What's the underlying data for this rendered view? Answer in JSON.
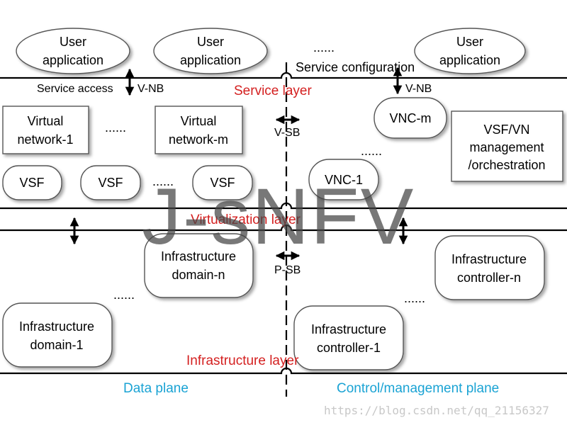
{
  "service": {
    "user_app_1": [
      "User",
      "application"
    ],
    "user_app_2": [
      "User",
      "application"
    ],
    "user_app_3": [
      "User",
      "application"
    ],
    "ellipsis": "......",
    "service_configuration": "Service configuration",
    "service_access": "Service access",
    "vnb_left": "V-NB",
    "vnb_right": "V-NB",
    "layer_label": "Service layer"
  },
  "virtual": {
    "network_1": [
      "Virtual",
      "network-1"
    ],
    "network_m": [
      "Virtual",
      "network-m"
    ],
    "ellipsis_networks": "......",
    "vsf_1": "VSF",
    "vsf_2": "VSF",
    "vsf_3": "VSF",
    "ellipsis_vsf": "......",
    "vsb": "V-SB",
    "vnc_m": "VNC-m",
    "vnc_1": "VNC-1",
    "ellipsis_vnc": "......",
    "mano": [
      "VSF/VN",
      "management",
      "/orchestration"
    ],
    "layer_label": "Virtualization layer"
  },
  "infrastructure": {
    "domain_n": [
      "Infrastructure",
      "domain-n"
    ],
    "domain_1": [
      "Infrastructure",
      "domain-1"
    ],
    "ellipsis_domain": "......",
    "psb": "P-SB",
    "controller_n": [
      "Infrastructure",
      "controller-n"
    ],
    "controller_1": [
      "Infrastructure",
      "controller-1"
    ],
    "ellipsis_controller": "......",
    "layer_label": "Infrastructure layer"
  },
  "planes": {
    "data_plane": "Data plane",
    "control_plane": "Control/management plane"
  },
  "watermark": {
    "logo_text": "J-sNFV",
    "url": "https://blog.csdn.net/qq_21156327"
  },
  "colors": {
    "layer_text": "#d42020",
    "plane_text": "#1aa3d4",
    "box_stroke": "#555555",
    "box_fill": "#ffffff"
  }
}
